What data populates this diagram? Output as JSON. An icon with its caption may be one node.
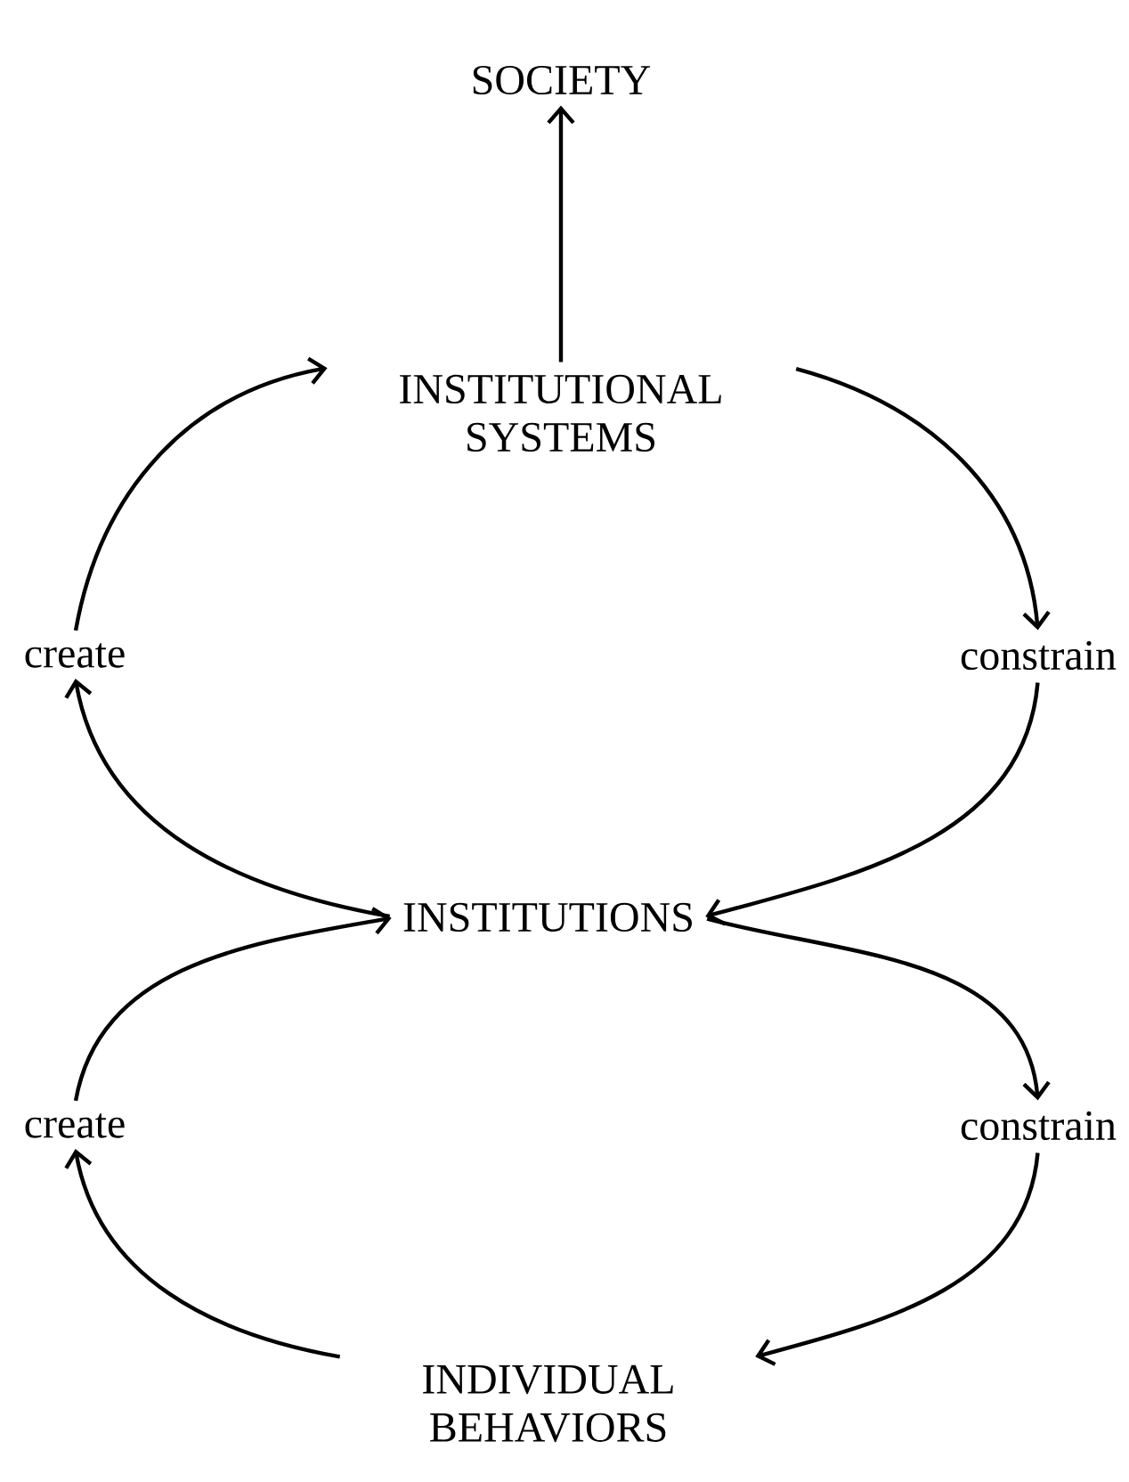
{
  "diagram": {
    "nodes": [
      {
        "text": [
          "SOCIETY"
        ]
      },
      {
        "text": [
          "INSTITUTIONAL SYSTEMS"
        ]
      },
      {
        "text": [
          "create"
        ]
      },
      {
        "text": [
          "constrain"
        ]
      },
      {
        "text": [
          "INSTITUTIONS"
        ]
      },
      {
        "text": [
          "create"
        ]
      },
      {
        "text": [
          "constrain"
        ]
      },
      {
        "text": [
          "INDIVIDUAL BEHAVIORS"
        ]
      }
    ],
    "edges": [
      {
        "from": 1,
        "to": 0,
        "arrow": "to"
      },
      {
        "from": 1,
        "to": 3,
        "arrow": "to"
      },
      {
        "from": 3,
        "to": 4,
        "arrow": "to"
      },
      {
        "from": 4,
        "to": 2,
        "arrow": "to"
      },
      {
        "from": 2,
        "to": 1,
        "arrow": "to"
      },
      {
        "from": 4,
        "to": 6,
        "arrow": "to"
      },
      {
        "from": 6,
        "to": 7,
        "arrow": "to"
      },
      {
        "from": 7,
        "to": 5,
        "arrow": "to"
      },
      {
        "from": 5,
        "to": 4,
        "arrow": "to"
      }
    ]
  }
}
